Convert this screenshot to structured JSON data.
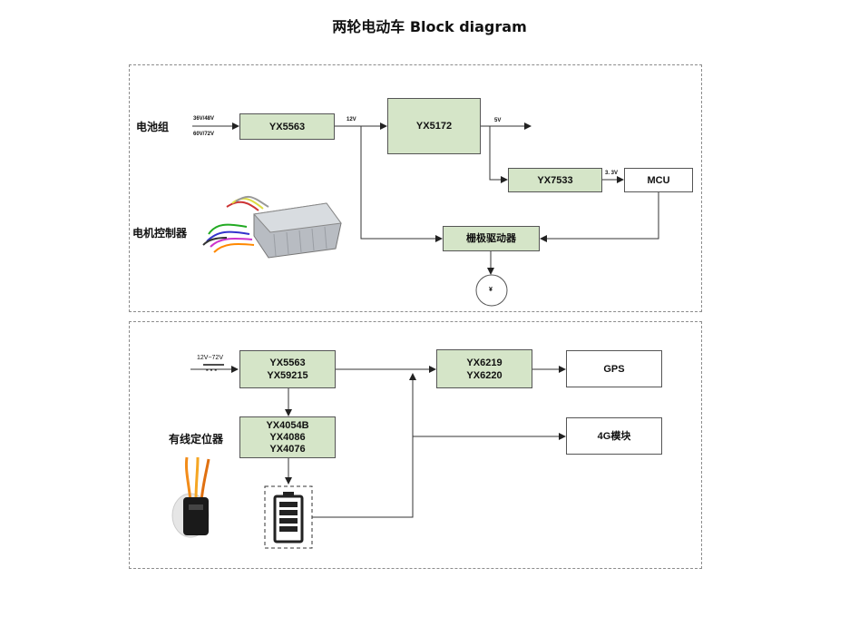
{
  "title": "两轮电动车  Block diagram",
  "top": {
    "battery_label": "电池组",
    "motor_controller_label": "电机控制器",
    "input_voltage_1": "36V/48V",
    "input_voltage_2": "60V/72V",
    "yx5563": "YX5563",
    "v12": "12V",
    "yx5172": "YX5172",
    "v5": "5V",
    "yx7533": "YX7533",
    "v33": "3. 3V",
    "mcu": "MCU",
    "gate_driver": "栅极驱动器",
    "motor_symbol": "¥"
  },
  "bottom": {
    "input_voltage": "12V~72V",
    "dc_symbol": "---",
    "yx5563": "YX5563",
    "yx59215": "YX59215",
    "yx4054b": "YX4054B",
    "yx4086": "YX4086",
    "yx4076": "YX4076",
    "yx6219": "YX6219",
    "yx6220": "YX6220",
    "gps": "GPS",
    "module_4g": "4G模块",
    "wired_locator_label": "有线定位器"
  }
}
